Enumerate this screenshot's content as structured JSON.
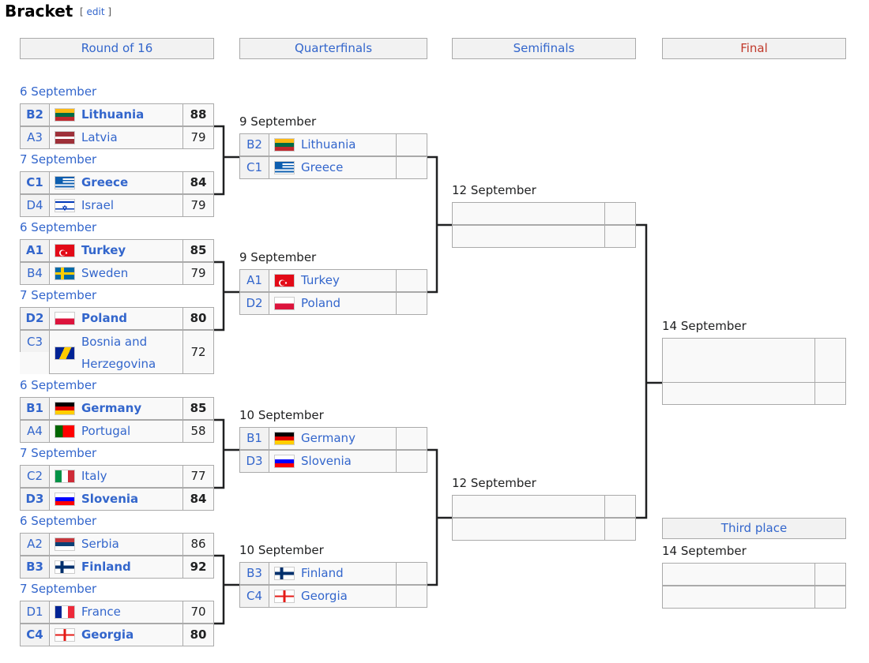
{
  "title": "Bracket",
  "edit_label": "edit",
  "headers": {
    "r16": "Round of 16",
    "qf": "Quarterfinals",
    "sf": "Semifinals",
    "final": "Final",
    "third": "Third place"
  },
  "r16": [
    {
      "date": "6 September",
      "teams": [
        {
          "seed": "B2",
          "name": "Lithuania",
          "score": "88",
          "win": true,
          "flag": "lithuania"
        },
        {
          "seed": "A3",
          "name": "Latvia",
          "score": "79",
          "win": false,
          "flag": "latvia"
        }
      ]
    },
    {
      "date": "7 September",
      "teams": [
        {
          "seed": "C1",
          "name": "Greece",
          "score": "84",
          "win": true,
          "flag": "greece"
        },
        {
          "seed": "D4",
          "name": "Israel",
          "score": "79",
          "win": false,
          "flag": "israel"
        }
      ]
    },
    {
      "date": "6 September",
      "teams": [
        {
          "seed": "A1",
          "name": "Turkey",
          "score": "85",
          "win": true,
          "flag": "turkey"
        },
        {
          "seed": "B4",
          "name": "Sweden",
          "score": "79",
          "win": false,
          "flag": "sweden"
        }
      ]
    },
    {
      "date": "7 September",
      "teams": [
        {
          "seed": "D2",
          "name": "Poland",
          "score": "80",
          "win": true,
          "flag": "poland"
        },
        {
          "seed": "C3",
          "name": "Bosnia and Herzegovina",
          "score": "72",
          "win": false,
          "flag": "bosnia"
        }
      ]
    },
    {
      "date": "6 September",
      "teams": [
        {
          "seed": "B1",
          "name": "Germany",
          "score": "85",
          "win": true,
          "flag": "germany"
        },
        {
          "seed": "A4",
          "name": "Portugal",
          "score": "58",
          "win": false,
          "flag": "portugal"
        }
      ]
    },
    {
      "date": "7 September",
      "teams": [
        {
          "seed": "C2",
          "name": "Italy",
          "score": "77",
          "win": false,
          "flag": "italy"
        },
        {
          "seed": "D3",
          "name": "Slovenia",
          "score": "84",
          "win": true,
          "flag": "slovenia"
        }
      ]
    },
    {
      "date": "6 September",
      "teams": [
        {
          "seed": "A2",
          "name": "Serbia",
          "score": "86",
          "win": false,
          "flag": "serbia"
        },
        {
          "seed": "B3",
          "name": "Finland",
          "score": "92",
          "win": true,
          "flag": "finland"
        }
      ]
    },
    {
      "date": "7 September",
      "teams": [
        {
          "seed": "D1",
          "name": "France",
          "score": "70",
          "win": false,
          "flag": "france"
        },
        {
          "seed": "C4",
          "name": "Georgia",
          "score": "80",
          "win": true,
          "flag": "georgia"
        }
      ]
    }
  ],
  "qf": [
    {
      "date": "9 September",
      "teams": [
        {
          "seed": "B2",
          "name": "Lithuania",
          "score": "",
          "flag": "lithuania"
        },
        {
          "seed": "C1",
          "name": "Greece",
          "score": "",
          "flag": "greece"
        }
      ]
    },
    {
      "date": "9 September",
      "teams": [
        {
          "seed": "A1",
          "name": "Turkey",
          "score": "",
          "flag": "turkey"
        },
        {
          "seed": "D2",
          "name": "Poland",
          "score": "",
          "flag": "poland"
        }
      ]
    },
    {
      "date": "10 September",
      "teams": [
        {
          "seed": "B1",
          "name": "Germany",
          "score": "",
          "flag": "germany"
        },
        {
          "seed": "D3",
          "name": "Slovenia",
          "score": "",
          "flag": "slovenia"
        }
      ]
    },
    {
      "date": "10 September",
      "teams": [
        {
          "seed": "B3",
          "name": "Finland",
          "score": "",
          "flag": "finland"
        },
        {
          "seed": "C4",
          "name": "Georgia",
          "score": "",
          "flag": "georgia"
        }
      ]
    }
  ],
  "sf": [
    {
      "date": "12 September"
    },
    {
      "date": "12 September"
    }
  ],
  "final": {
    "date": "14 September"
  },
  "third": {
    "date": "14 September"
  }
}
